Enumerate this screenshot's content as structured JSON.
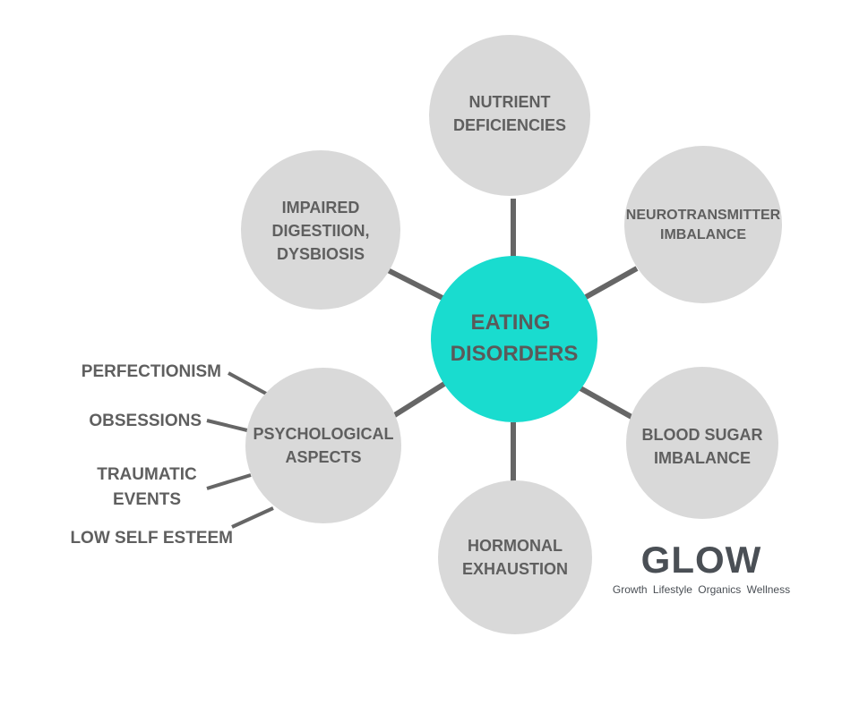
{
  "diagram": {
    "center": {
      "lines": [
        "EATING",
        "DISORDERS"
      ],
      "color": "#19dccf"
    },
    "node_color": "#d9d9d9",
    "connector_color": "#666666",
    "nodes": [
      {
        "id": "nutrient",
        "lines": [
          "NUTRIENT",
          "DEFICIENCIES"
        ]
      },
      {
        "id": "neurotransmitter",
        "lines": [
          "NEUROTRANSMITTER",
          "IMBALANCE"
        ]
      },
      {
        "id": "blood-sugar",
        "lines": [
          "BLOOD SUGAR",
          "IMBALANCE"
        ]
      },
      {
        "id": "hormonal",
        "lines": [
          "HORMONAL",
          "EXHAUSTION"
        ]
      },
      {
        "id": "psychological",
        "lines": [
          "PSYCHOLOGICAL",
          "ASPECTS"
        ]
      },
      {
        "id": "digestion",
        "lines": [
          "IMPAIRED",
          "DIGESTIION,",
          "DYSBIOSIS"
        ]
      }
    ],
    "psych_subitems": [
      {
        "id": "perfectionism",
        "lines": [
          "PERFECTIONISM"
        ]
      },
      {
        "id": "obsessions",
        "lines": [
          "OBSESSIONS"
        ]
      },
      {
        "id": "traumatic-events",
        "lines": [
          "TRAUMATIC",
          "EVENTS"
        ]
      },
      {
        "id": "low-self-esteem",
        "lines": [
          "LOW SELF ESTEEM"
        ]
      }
    ]
  },
  "brand": {
    "name": "GLOW",
    "tagline": "Growth  Lifestyle  Organics  Wellness",
    "color": "#4a4f55"
  }
}
